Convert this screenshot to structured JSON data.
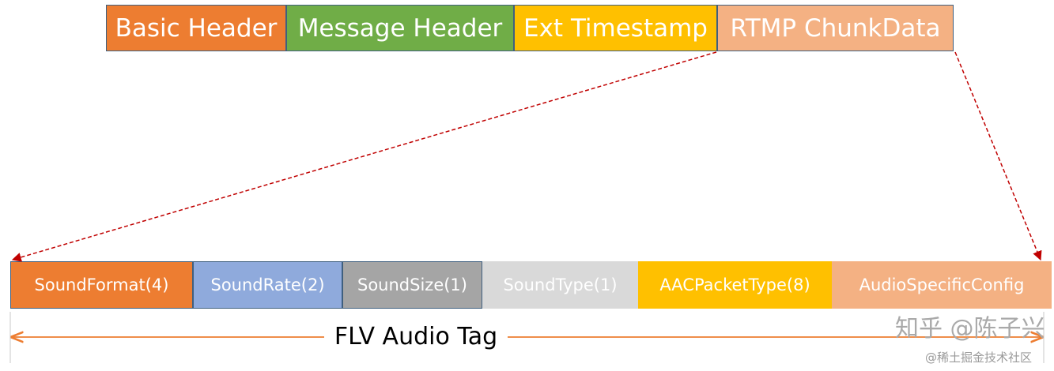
{
  "top_row": [
    {
      "label": "Basic Header",
      "color": "#ed7d31"
    },
    {
      "label": "Message Header",
      "color": "#70ad47"
    },
    {
      "label": "Ext Timestamp",
      "color": "#ffc000"
    },
    {
      "label": "RTMP ChunkData",
      "color": "#f4b183"
    }
  ],
  "bottom_row": [
    {
      "label": "SoundFormat(4)",
      "color": "#ed7d31"
    },
    {
      "label": "SoundRate(2)",
      "color": "#8faadc"
    },
    {
      "label": "SoundSize(1)",
      "color": "#a5a5a5"
    },
    {
      "label": "SoundType(1)",
      "color": "#d9d9d9"
    },
    {
      "label": "AACPacketType(8)",
      "color": "#ffc000"
    },
    {
      "label": "AudioSpecificConfig",
      "color": "#f4b183"
    }
  ],
  "span_label": "FLV Audio Tag",
  "colors": {
    "dashed_arrow": "#c00000",
    "span_line": "#ed7d31"
  },
  "watermark": {
    "main": "知乎 @陈子兴",
    "sub": "@稀土掘金技术社区"
  }
}
